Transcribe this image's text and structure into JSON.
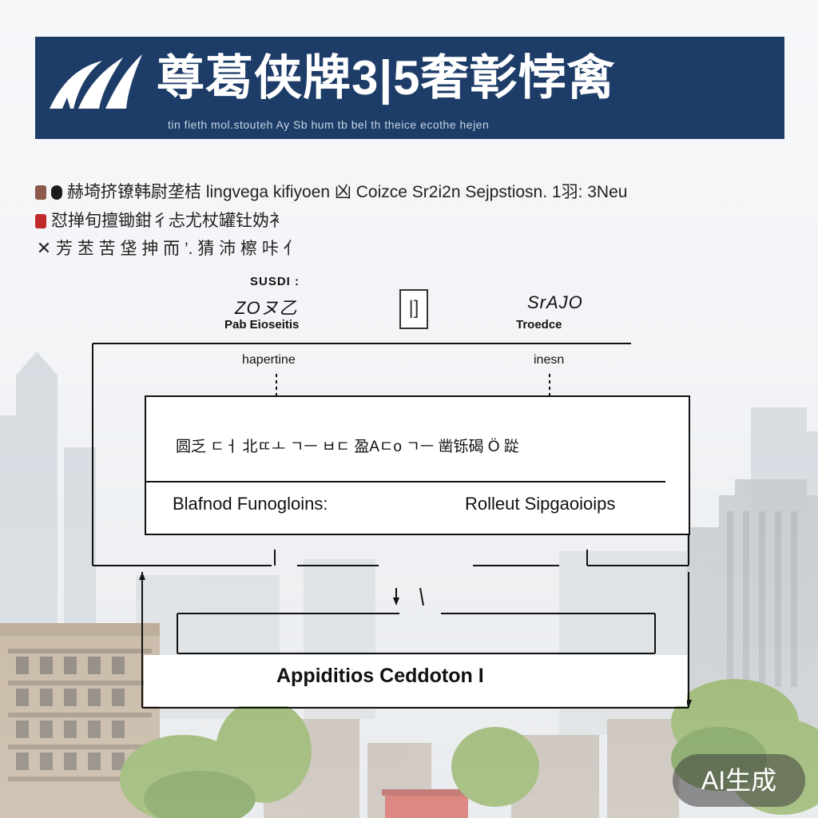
{
  "banner": {
    "title": "尊葛侠牌3|5奢彰悖禽",
    "subtitle": "tin  fieth  mol.stouteh  Ay  Sb  hum  tb  bel  th  theice ecothe  hejen"
  },
  "legend": [
    {
      "swatch": "#8e5a4e",
      "swatch2": "#1b1b1b",
      "text": "赫埼挤镣韩尉垄桔 lingvega kifiyoen 凶 Coizce Sr2i2n Sejpstiosn. 1羽: 3Neu"
    },
    {
      "swatch": "#c0282a",
      "text": "怼掸旬擅锄鉗彳忐尤杖罐钍妫衤"
    },
    {
      "mark": "✕",
      "text": "芳 苤 苦 垡 抻 而  ’. 猜 沛 檫 咔 亻"
    }
  ],
  "diagram": {
    "top_left_small": "SUSDI :",
    "top_left_code": "ZOヌ乙",
    "top_left_name": "Pab Eioseitis",
    "top_center_glyph": "|]",
    "top_right_code": "SrAJO",
    "top_right_name": "Troedce",
    "branch_left": "hapertine",
    "branch_right": "inesn",
    "main_box_top_text": "圆乏 ㄷㅓ 北ㄸㅗ ㄱㅡ ㅂㄷ 盈Aㄷo ㄱㅡ 凿铄碣 Ö 踨",
    "main_box_left": "Blafnod Funogloins:",
    "main_box_right": "Rolleut Sipgaoioips",
    "app_title": "Appiditios Ceddoton I"
  },
  "watermark": "AI生成",
  "colors": {
    "banner": "#1d3d68",
    "line": "#111111",
    "sky": "#eef1f4"
  }
}
